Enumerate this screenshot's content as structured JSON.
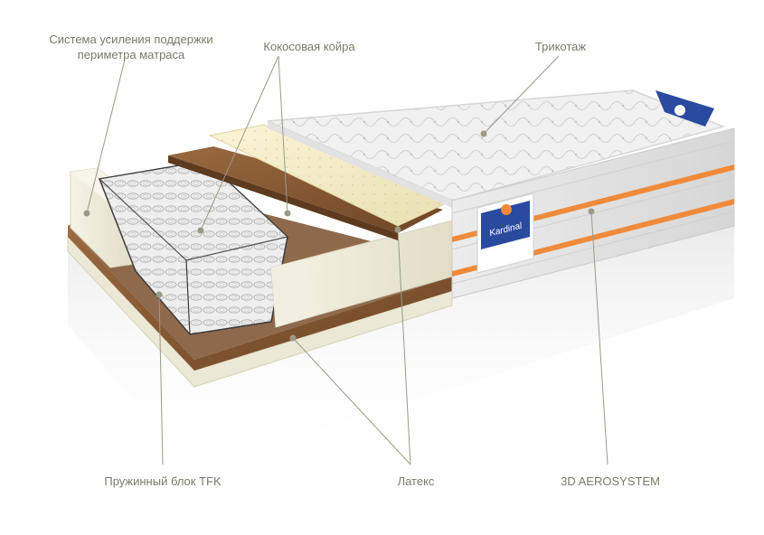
{
  "labels": {
    "perimeter_line1": "Система усиления поддержки",
    "perimeter_line2": "периметра матраса",
    "coconut": "Кокосовая койра",
    "knit": "Трикотаж",
    "spring_block": "Пружинный блок TFK",
    "latex": "Латекс",
    "aerosystem": "3D AEROSYSTEM"
  },
  "colors": {
    "label_text": "#7a7a6c",
    "leader_line": "#9a9a86",
    "coconut": "#8a5a34",
    "latex": "#f3ecc8",
    "foam": "#efecdc",
    "cover": "#f2f2f2",
    "stripe": "#f08a3a",
    "logo_blue": "#2a4aa0"
  },
  "product": {
    "logo_text": "Kardinal"
  }
}
